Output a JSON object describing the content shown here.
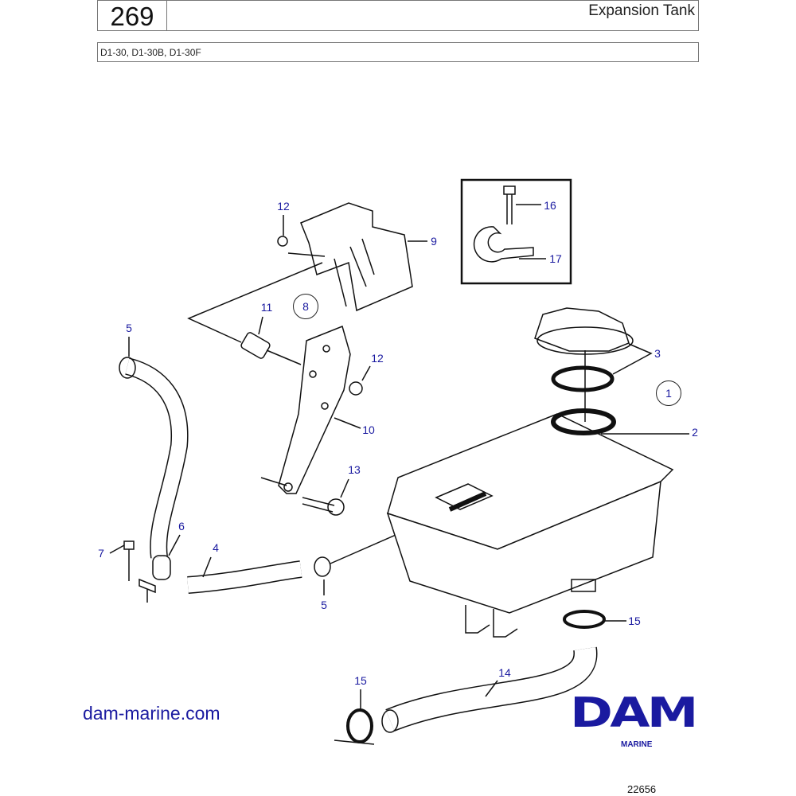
{
  "header": {
    "page_number": "269",
    "title": "Expansion Tank",
    "models": "D1-30, D1-30B, D1-30F"
  },
  "callouts": [
    "12",
    "9",
    "16",
    "17",
    "11",
    "8",
    "5",
    "3",
    "12",
    "1",
    "10",
    "2",
    "13",
    "6",
    "4",
    "7",
    "5",
    "15",
    "14",
    "15"
  ],
  "footer": {
    "website": "dam-marine.com",
    "logo_text": "DAM",
    "logo_sub": "MARINE",
    "drawing_ref": "22656"
  },
  "watermark": "DAM",
  "colors": {
    "accent": "#1a1aa0"
  }
}
